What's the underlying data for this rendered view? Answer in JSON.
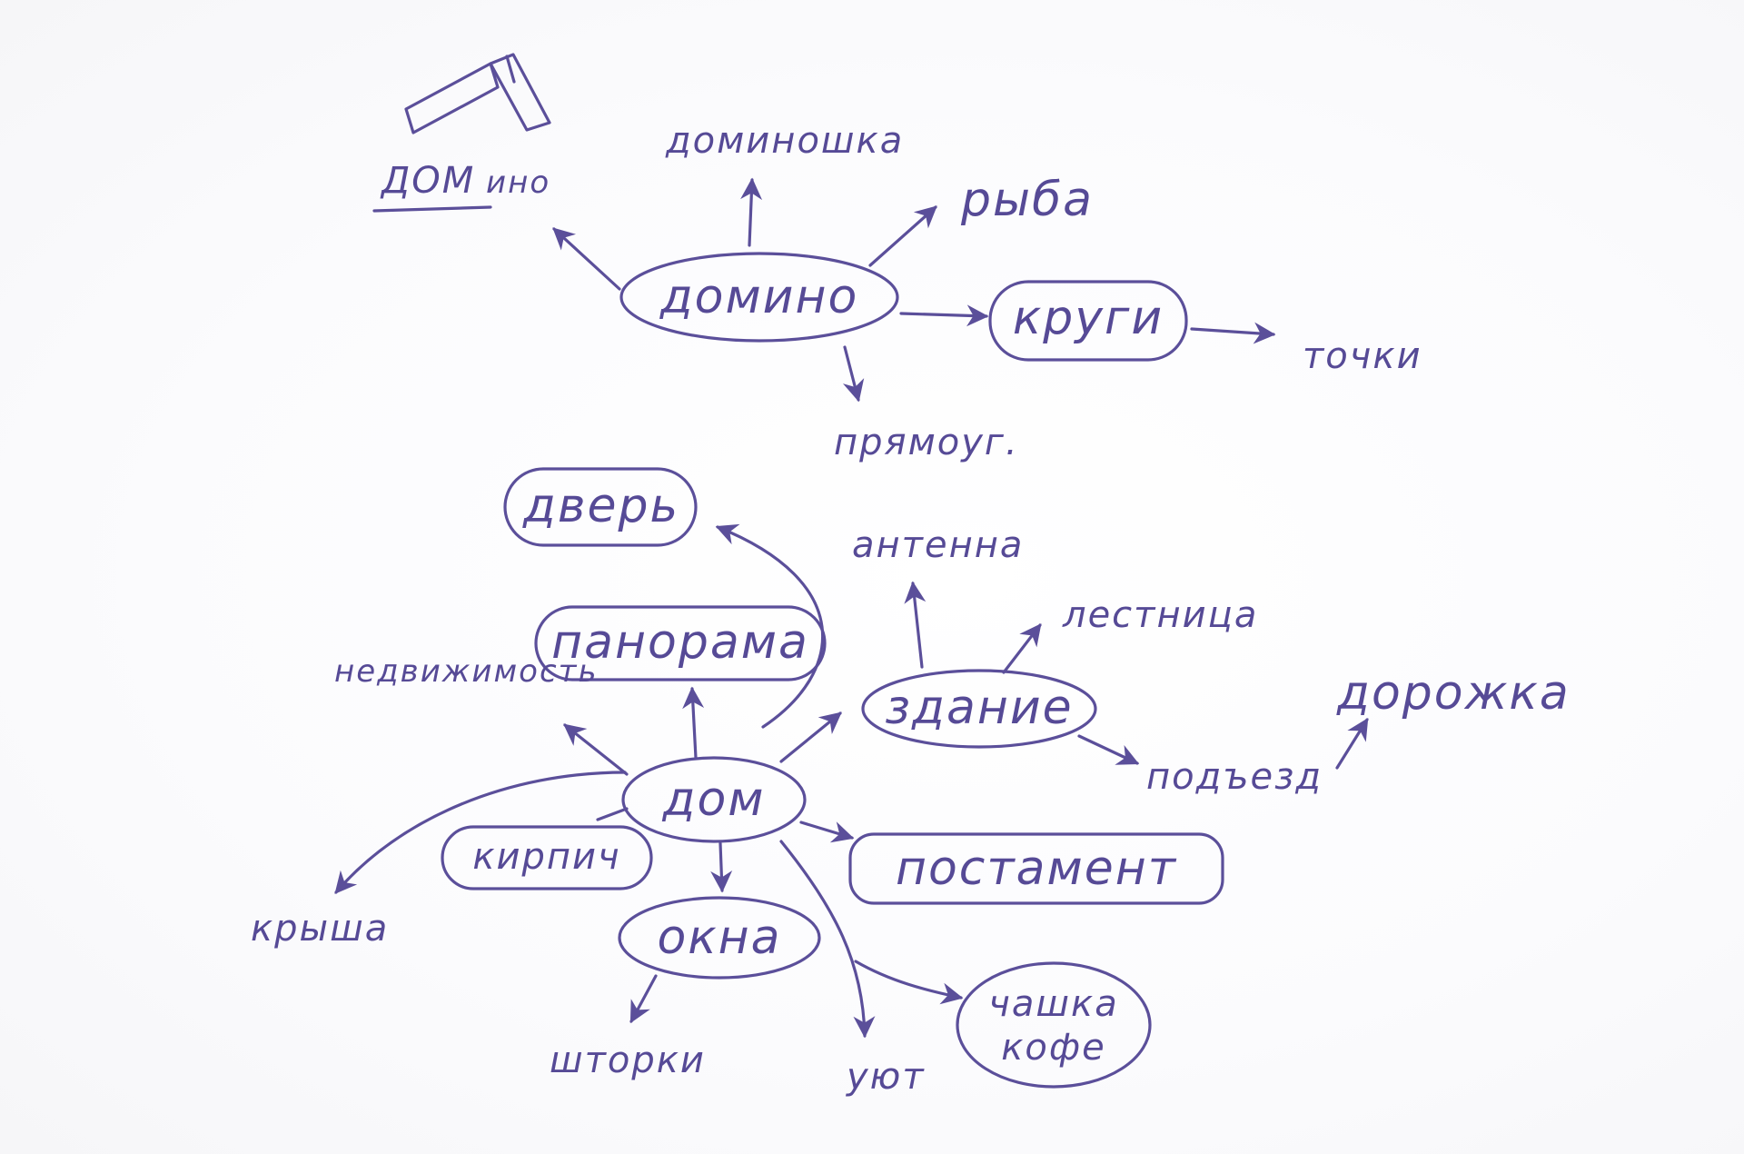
{
  "nodes": {
    "domino": "домино",
    "krugi": "круги",
    "dom": "дом",
    "zdanie": "здание",
    "dver": "дверь",
    "panorama": "панорама",
    "kirpich": "кирпич",
    "okna": "окна",
    "postament": "постамент",
    "chashka_kofe_1": "чашка",
    "chashka_kofe_2": "кофе"
  },
  "labels": {
    "dominoshka": "доминошка",
    "ryba": "рыба",
    "tochki": "точки",
    "pryamoug": "прямоуг.",
    "domino_wordplay_1": "ДОМ",
    "domino_wordplay_2": "ино",
    "antenna": "антенна",
    "lestnitsa": "лестница",
    "dorozhka": "дорожка",
    "podezd": "подъезд",
    "nedvizhimost": "недвижимость",
    "krysha": "крыша",
    "shtorki": "шторки",
    "uyut": "уют"
  },
  "colors": {
    "ink": "#5b4f9a",
    "paper": "#ffffff"
  }
}
